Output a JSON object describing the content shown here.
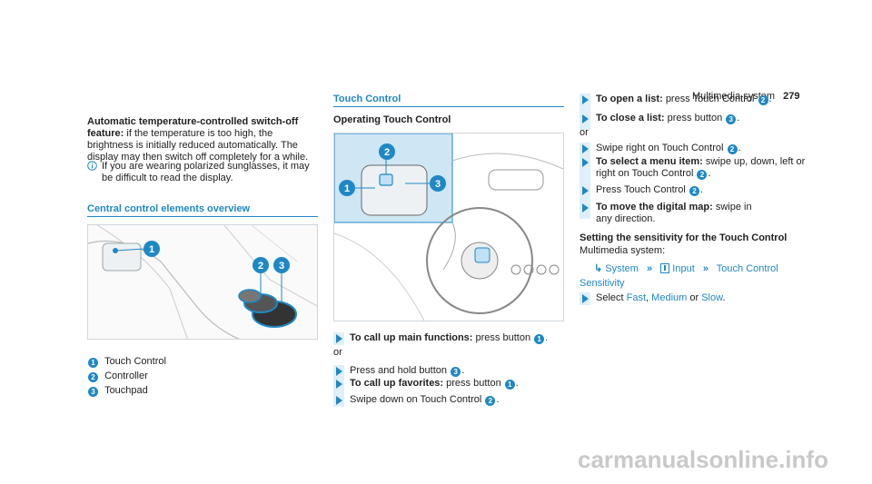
{
  "header": {
    "section": "Multimedia system",
    "page": "279"
  },
  "col1": {
    "auto_title": "Automatic temperature-controlled switch-off feature:",
    "auto_text": "if the temperature is too high, the brightness is initially reduced automatically. The display may then switch off completely for a while.",
    "note_text": "If you are wearing polarized sunglasses, it may be difficult to read the display.",
    "section_title": "Central control elements overview",
    "legend": [
      {
        "n": "1",
        "label": "Touch Control"
      },
      {
        "n": "2",
        "label": "Controller"
      },
      {
        "n": "3",
        "label": "Touchpad"
      }
    ]
  },
  "col2": {
    "section_title": "Touch Control",
    "sub_title": "Operating Touch Control",
    "steps": [
      {
        "title": "To call up main functions:",
        "text": "press button",
        "n": "1"
      },
      {
        "or": "or"
      },
      {
        "text": "Press and hold button",
        "n": "3"
      },
      {
        "title": "To call up favorites:",
        "text": "press button",
        "n": "1"
      },
      {
        "text": "Swipe down on Touch Control",
        "n": "2"
      }
    ]
  },
  "col3": {
    "step1": {
      "title": "To open a list:",
      "text": "press Touch Control",
      "n": "2"
    },
    "step2": {
      "title": "To close a list:",
      "text": "press button",
      "n": "3"
    },
    "or": "or",
    "step3": {
      "text": "Swipe right on Touch Control",
      "n": "2"
    },
    "step4": {
      "title": "To select a menu item:",
      "text": "swipe up, down, left or right on Touch Control",
      "n": "2"
    },
    "step5": {
      "text": "Press Touch Control",
      "n": "2"
    },
    "step6": {
      "title": "To move the digital map:",
      "text": "swipe in any direction."
    },
    "sens_title": "Setting the sensitivity for the Touch Control",
    "sens_text": "Multimedia system:",
    "path": {
      "system": "System",
      "input": "Input",
      "touch": "Touch Control",
      "sensitivity": "Sensitivity"
    },
    "select": {
      "prefix": "Select",
      "fast": "Fast",
      "medium": "Medium",
      "or": "or",
      "slow": "Slow"
    }
  },
  "footer": {
    "watermark": "carmanualsonline.info"
  },
  "colors": {
    "accent": "#1f88c4",
    "step_bar": "#dff0fa"
  }
}
